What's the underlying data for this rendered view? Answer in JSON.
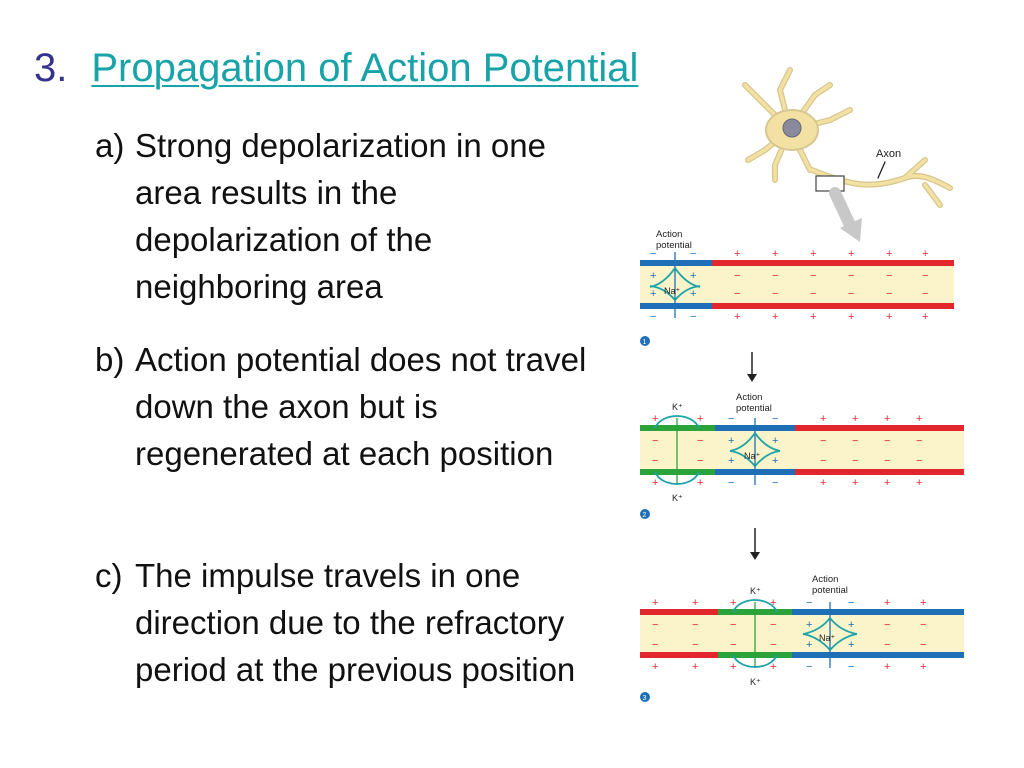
{
  "slide": {
    "title_number": "3.",
    "title_text": "Propagation of Action Potential",
    "points": [
      {
        "marker": "a)",
        "text": "Strong depolarization in one area results in the depolarization of the neighboring area"
      },
      {
        "marker": "b)",
        "text": "Action potential does not travel down the axon but is regenerated at each position"
      },
      {
        "marker": "c)",
        "text": "The impulse travels in one direction due to the refractory period at the previous position"
      }
    ]
  },
  "figure": {
    "axon_label": "Axon",
    "action_potential_label": "Action potential",
    "na_label": "Na⁺",
    "k_label": "K⁺",
    "steps": [
      "1",
      "2",
      "3"
    ],
    "colors": {
      "depolarized": "#1e6fb5",
      "resting": "#e2262e",
      "repolarizing": "#2aa33a",
      "cytoplasm": "#fbf3c9",
      "ion_arrow": "#1aa3a8",
      "neuron": "#f2e1a2"
    }
  }
}
